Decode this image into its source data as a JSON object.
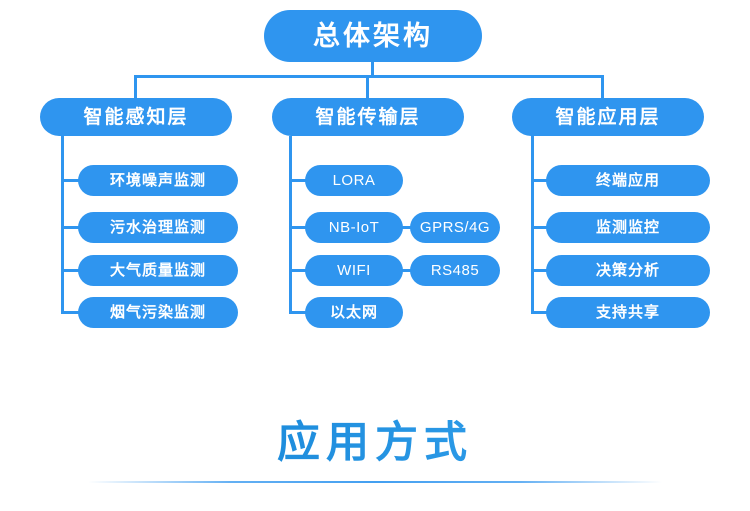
{
  "diagram": {
    "root": {
      "label": "总体架构"
    },
    "layers": [
      {
        "label": "智能感知层"
      },
      {
        "label": "智能传输层"
      },
      {
        "label": "智能应用层"
      }
    ],
    "columns": [
      {
        "items": [
          {
            "label": "环境噪声监测"
          },
          {
            "label": "污水治理监测"
          },
          {
            "label": "大气质量监测"
          },
          {
            "label": "烟气污染监测"
          }
        ]
      },
      {
        "items": [
          {
            "label": "LORA"
          },
          {
            "label": "NB-IoT",
            "side": "GPRS/4G"
          },
          {
            "label": "WIFI",
            "side": "RS485"
          },
          {
            "label": "以太网"
          }
        ]
      },
      {
        "items": [
          {
            "label": "终端应用"
          },
          {
            "label": "监测监控"
          },
          {
            "label": "决策分析"
          },
          {
            "label": "支持共享"
          }
        ]
      }
    ]
  },
  "footer": {
    "title": "应用方式"
  },
  "colors": {
    "node_fill": "#2f95ef",
    "node_text": "#ffffff",
    "connector": "#2f95ef",
    "title_gradient_start": "#0e7ac8",
    "title_gradient_end": "#57b0f0",
    "background": "#ffffff"
  }
}
